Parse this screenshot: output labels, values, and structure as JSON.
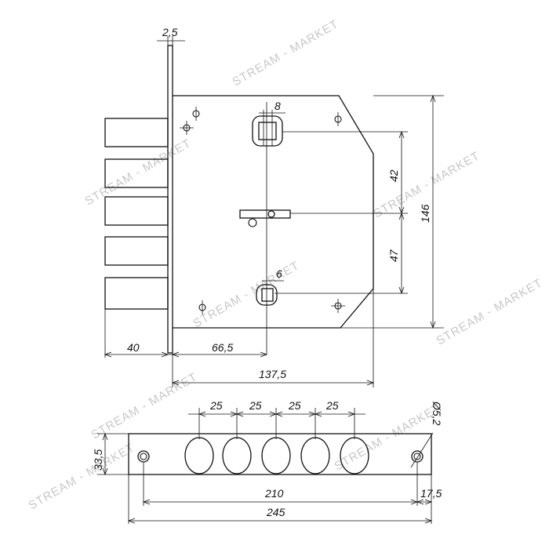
{
  "drawing": {
    "watermark_text": "STREAM - MARKET",
    "top_view": {
      "plate_thickness": "2,5",
      "spindle_width": "8",
      "dist_upper": "42",
      "dist_lower": "47",
      "height": "146",
      "lower_square": "6",
      "bolt_projection": "40",
      "backset": "66,5",
      "body_width": "137,5"
    },
    "front_view": {
      "bolt_pitch_1": "25",
      "bolt_pitch_2": "25",
      "bolt_pitch_3": "25",
      "bolt_pitch_4": "25",
      "hole_diameter": "Ø5,2",
      "plate_height": "33,5",
      "hole_spacing": "210",
      "hole_edge": "17,5",
      "plate_length": "245"
    }
  }
}
